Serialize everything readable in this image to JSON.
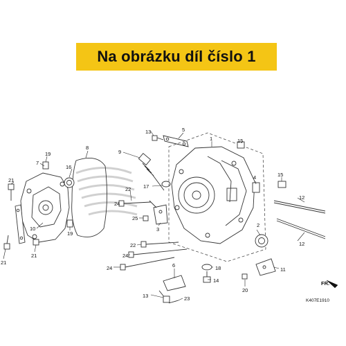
{
  "banner": {
    "text": "Na obrázku díl číslo 1",
    "color": "#f4c515"
  },
  "diagram": {
    "code": "K407E1910",
    "direction_label": "FR.",
    "callouts": [
      {
        "id": "c1",
        "text": "1"
      },
      {
        "id": "c2",
        "text": "2"
      },
      {
        "id": "c3",
        "text": "3"
      },
      {
        "id": "c4",
        "text": "4"
      },
      {
        "id": "c5",
        "text": "5"
      },
      {
        "id": "c6",
        "text": "6"
      },
      {
        "id": "c7",
        "text": "7"
      },
      {
        "id": "c8",
        "text": "8"
      },
      {
        "id": "c9",
        "text": "9"
      },
      {
        "id": "c10",
        "text": "10"
      },
      {
        "id": "c11",
        "text": "11"
      },
      {
        "id": "c12a",
        "text": "12"
      },
      {
        "id": "c12b",
        "text": "12"
      },
      {
        "id": "c13a",
        "text": "13"
      },
      {
        "id": "c13b",
        "text": "13"
      },
      {
        "id": "c14",
        "text": "14"
      },
      {
        "id": "c15a",
        "text": "15"
      },
      {
        "id": "c15b",
        "text": "15"
      },
      {
        "id": "c16",
        "text": "16"
      },
      {
        "id": "c17",
        "text": "17"
      },
      {
        "id": "c18",
        "text": "18"
      },
      {
        "id": "c19a",
        "text": "19"
      },
      {
        "id": "c19b",
        "text": "19"
      },
      {
        "id": "c20",
        "text": "20"
      },
      {
        "id": "c21a",
        "text": "21"
      },
      {
        "id": "c21b",
        "text": "21"
      },
      {
        "id": "c21c",
        "text": "21"
      },
      {
        "id": "c22a",
        "text": "22"
      },
      {
        "id": "c22b",
        "text": "22"
      },
      {
        "id": "c23",
        "text": "23"
      },
      {
        "id": "c24a",
        "text": "24"
      },
      {
        "id": "c24b",
        "text": "24"
      },
      {
        "id": "c24c",
        "text": "24"
      },
      {
        "id": "c25",
        "text": "25"
      }
    ]
  }
}
